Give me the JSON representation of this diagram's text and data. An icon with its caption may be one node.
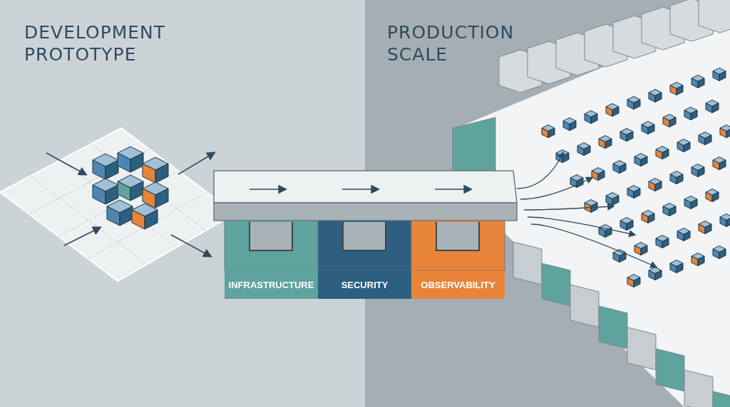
{
  "diagram": {
    "labels": [
      "DEVELOPMENT PROTOTYPE",
      "PRODUCTION SCALE",
      "INFRASTRUCTURE",
      "SECURITY",
      "OBSERVABILITY"
    ]
  }
}
